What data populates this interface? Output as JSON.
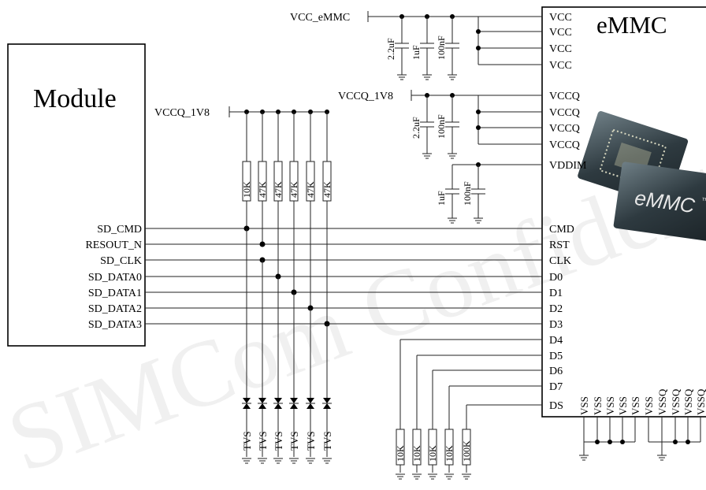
{
  "module": {
    "title": "Module",
    "signals": [
      "SD_CMD",
      "RESOUT_N",
      "SD_CLK",
      "SD_DATA0",
      "SD_DATA1",
      "SD_DATA2",
      "SD_DATA3"
    ]
  },
  "emmc": {
    "title": "eMMC",
    "power_pins": [
      "VCC",
      "VCC",
      "VCC",
      "VCC",
      "VCCQ",
      "VCCQ",
      "VCCQ",
      "VCCQ",
      "VDDIM"
    ],
    "signal_pins": [
      "CMD",
      "RST",
      "CLK",
      "D0",
      "D1",
      "D2",
      "D3",
      "D4",
      "D5",
      "D6",
      "D7",
      "DS"
    ],
    "ground_pins": [
      "VSS",
      "VSS",
      "VSS",
      "VSS",
      "VSS",
      "VSS",
      "VSSQ",
      "VSSQ",
      "VSSQ",
      "VSSQ"
    ]
  },
  "rails": {
    "vcc_emmc": "VCC_eMMC",
    "vccq_emmc": "VCCQ_1V8",
    "vccq_module": "VCCQ_1V8"
  },
  "caps": {
    "vcc": [
      "2.2uF",
      "1uF",
      "100nF"
    ],
    "vccq": [
      "2.2uF",
      "100nF"
    ],
    "vddim": [
      "1uF",
      "100nF"
    ]
  },
  "pullups": [
    "10K",
    "47K",
    "47K",
    "47K",
    "47K",
    "47K"
  ],
  "tvs_label": "TVS",
  "pulldowns": [
    "10K",
    "10K",
    "10K",
    "10K",
    "100K"
  ],
  "chip_photo": {
    "label": "eMMC",
    "tm": "™"
  },
  "watermark": "SIMCom Confidential"
}
